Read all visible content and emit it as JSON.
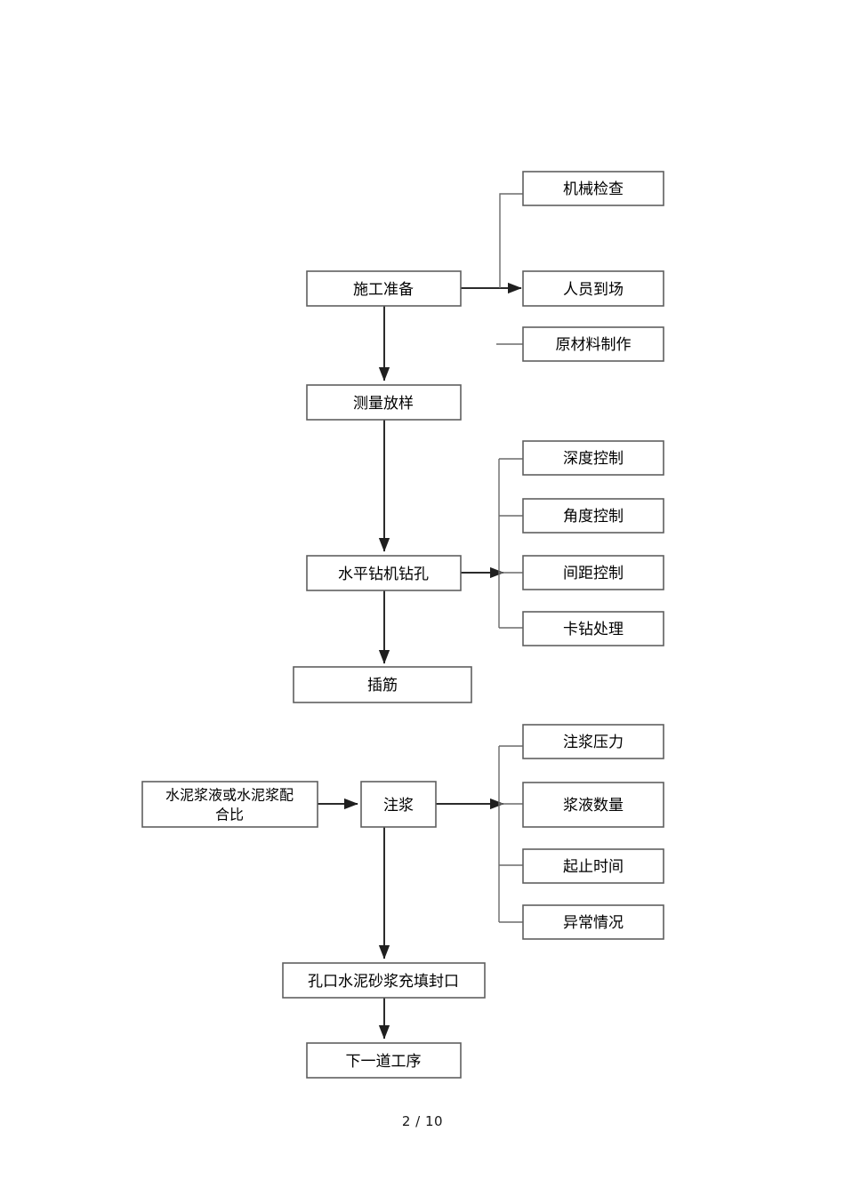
{
  "document": {
    "footer_page_number": "2 / 10",
    "colors": {
      "box_border": "#5f5f5f",
      "connector": "#3a3a3a",
      "arrow": "#2b2b2b",
      "background": "#ffffff",
      "text": "#000000"
    }
  },
  "chart_data": {
    "type": "diagram",
    "title": "",
    "subtype": "flowchart",
    "main_flow": [
      "施工准备",
      "测量放样",
      "水平钻机钻孔",
      "插筋",
      "注浆",
      "孔口水泥砂浆充填封口",
      "下一道工序"
    ],
    "branches": [
      {
        "from": "施工准备",
        "items": [
          "机械检查",
          "人员到场",
          "原材料制作"
        ]
      },
      {
        "from": "水平钻机钻孔",
        "items": [
          "深度控制",
          "角度控制",
          "间距控制",
          "卡钻处理"
        ]
      },
      {
        "from": "注浆",
        "items": [
          "注浆压力",
          "浆液数量",
          "起止时间",
          "异常情况"
        ]
      }
    ],
    "side_inputs": [
      {
        "to": "注浆",
        "label": "水泥浆液或水泥浆配合比"
      }
    ]
  },
  "nodes": {
    "prep": {
      "label": "施工准备"
    },
    "survey": {
      "label": "测量放样"
    },
    "drill": {
      "label": "水平钻机钻孔"
    },
    "rebar": {
      "label": "插筋"
    },
    "grout": {
      "label": "注浆"
    },
    "seal": {
      "label": "孔口水泥砂浆充填封口"
    },
    "next": {
      "label": "下一道工序"
    },
    "mix_line1": {
      "label": "水泥浆液或水泥浆配"
    },
    "mix_line2": {
      "label": "合比"
    },
    "machine_check": {
      "label": "机械检查"
    },
    "staff_arrive": {
      "label": "人员到场"
    },
    "material_prep": {
      "label": "原材料制作"
    },
    "depth_ctrl": {
      "label": "深度控制"
    },
    "angle_ctrl": {
      "label": "角度控制"
    },
    "spacing_ctrl": {
      "label": "间距控制"
    },
    "stuck_drill": {
      "label": "卡钻处理"
    },
    "grout_pressure": {
      "label": "注浆压力"
    },
    "slurry_qty": {
      "label": "浆液数量"
    },
    "start_end_time": {
      "label": "起止时间"
    },
    "abnormal": {
      "label": "异常情况"
    }
  }
}
